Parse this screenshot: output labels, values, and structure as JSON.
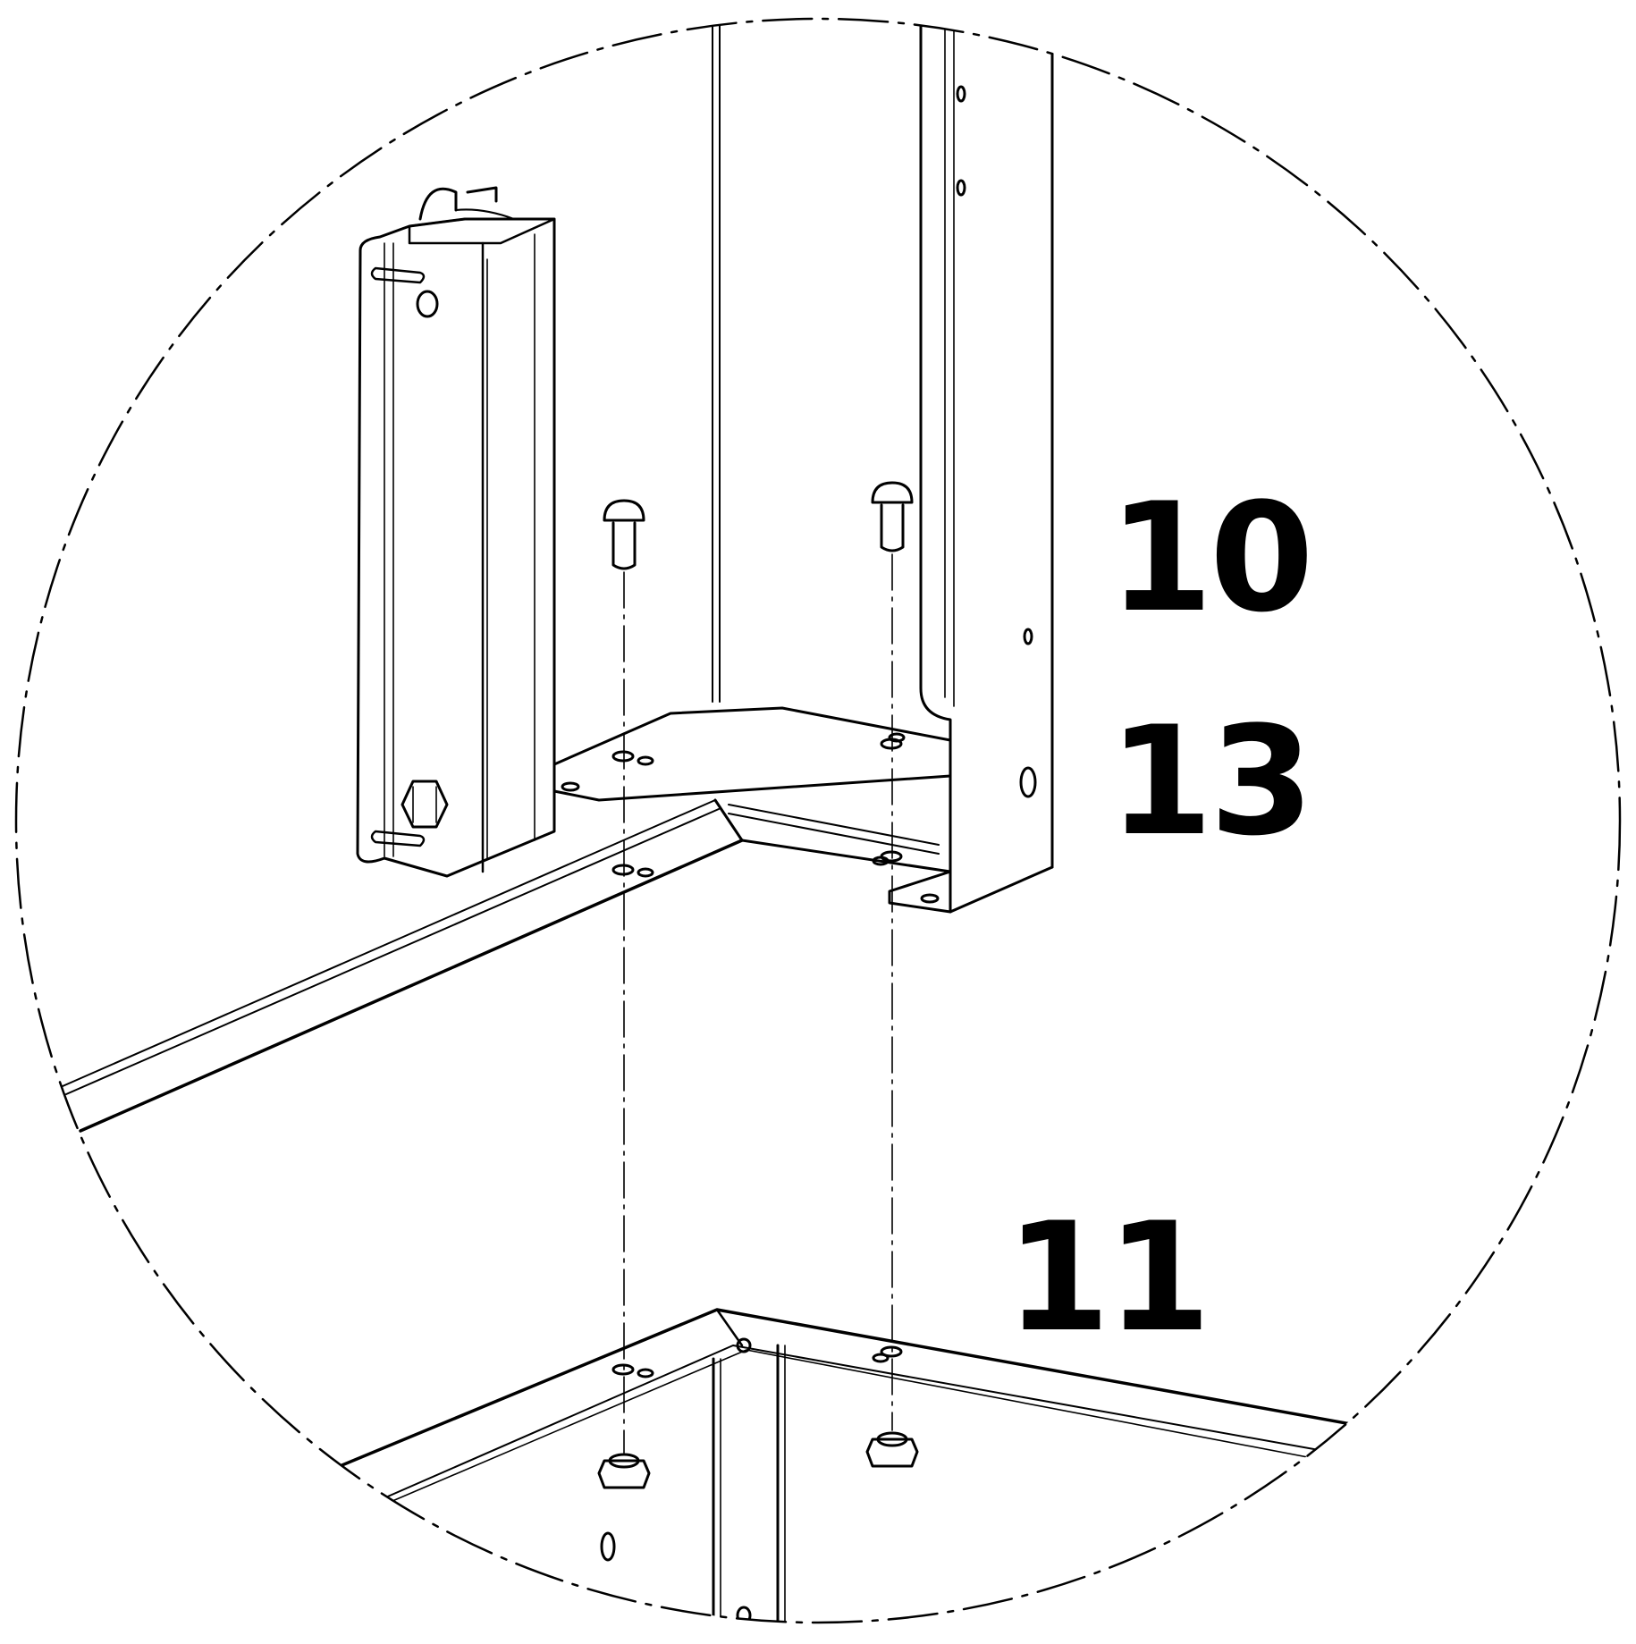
{
  "diagram": {
    "type": "assembly-detail-callout",
    "line_color": "#000000",
    "background_color": "#ffffff",
    "labels": {
      "part_10": "10",
      "part_13": "13",
      "part_11": "11"
    },
    "fasteners": {
      "bolts": 2,
      "nuts": 2
    },
    "icons": [
      "hex-bolt-icon",
      "button-head-bolt-icon",
      "hex-nut-icon"
    ]
  }
}
